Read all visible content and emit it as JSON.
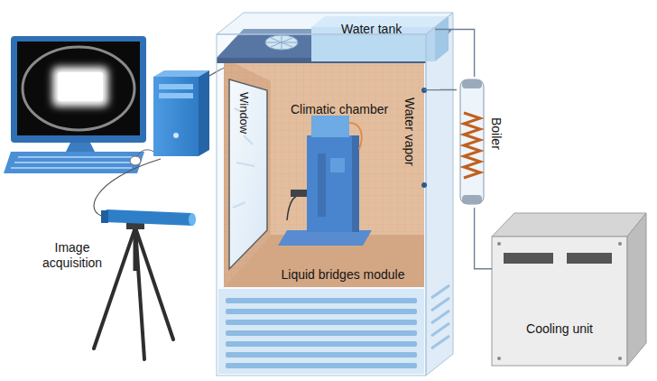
{
  "diagram": {
    "nodes": [
      {
        "text": [
          "Water tank"
        ]
      },
      {
        "text": [
          "Climatic chamber"
        ]
      },
      {
        "text": [
          "Window"
        ],
        "in": 1
      },
      {
        "text": [
          "Liquid bridges module"
        ],
        "in": 1
      },
      {
        "text": [
          "Boiler"
        ]
      },
      {
        "text": [
          "Cooling unit"
        ]
      }
    ],
    "edges": [
      {
        "from": 0,
        "to": 4,
        "arrow": "none"
      },
      {
        "from": 1,
        "to": 4,
        "arrow": "none"
      },
      {
        "from": 4,
        "to": 5,
        "arrow": "none"
      }
    ],
    "labels": [
      "Water vapor",
      "Image acquisition"
    ]
  }
}
